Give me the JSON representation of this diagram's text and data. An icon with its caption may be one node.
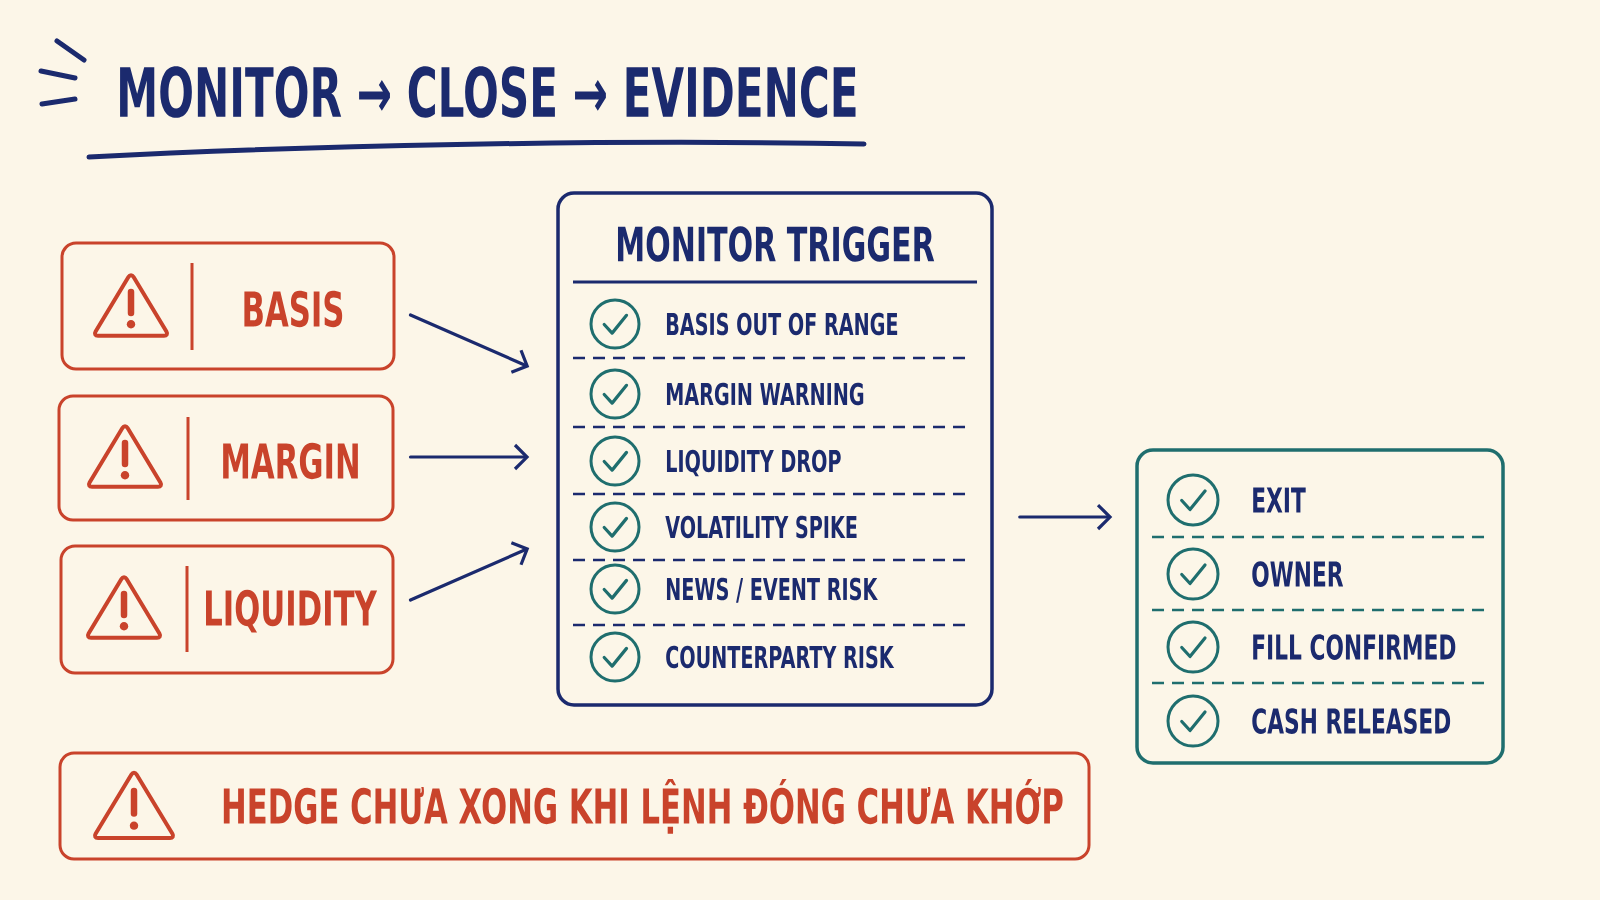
{
  "diagram": {
    "title": "MONITOR → CLOSE → EVIDENCE",
    "nodes": [
      {
        "text": [
          "BASIS"
        ]
      },
      {
        "text": [
          "MARGIN"
        ]
      },
      {
        "text": [
          "LIQUIDITY"
        ]
      },
      {
        "text": [
          "MONITOR TRIGGER",
          "BASIS OUT OF RANGE",
          "MARGIN WARNING",
          "LIQUIDITY DROP",
          "VOLATILITY SPIKE",
          "NEWS / EVENT RISK",
          "COUNTERPARTY RISK"
        ]
      },
      {
        "text": [
          "EXIT",
          "OWNER",
          "FILL CONFIRMED",
          "CASH RELEASED"
        ]
      },
      {
        "text": [
          "HEDGE CHƯA XONG KHI LỆNH ĐÓNG CHƯA KHỚP"
        ]
      }
    ],
    "edges": [
      {
        "from": 0,
        "to": 3,
        "arrow": "to"
      },
      {
        "from": 1,
        "to": 3,
        "arrow": "to"
      },
      {
        "from": 2,
        "to": 3,
        "arrow": "to"
      },
      {
        "from": 3,
        "to": 4,
        "arrow": "to"
      }
    ]
  }
}
